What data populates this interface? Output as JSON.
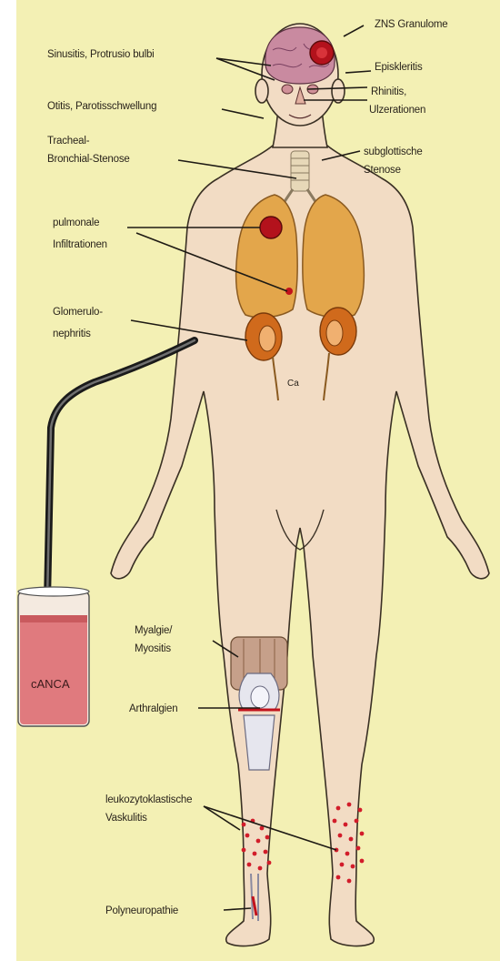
{
  "diagram": {
    "background_color": "#f3f0b4",
    "skin_color": "#f2dcc4",
    "organ_color": "#e3a64b",
    "lesion_color": "#b3121c",
    "labels": {
      "zns_granulome": "ZNS Granulome",
      "sinusitis": "Sinusitis, Protrusio bulbi",
      "episkleritis": "Episkleritis",
      "rhinitis_1": "Rhinitis,",
      "rhinitis_2": "Ulzerationen",
      "otitis": "Otitis, Parotisschwellung",
      "tracheal_1": "Tracheal-",
      "tracheal_2": "Bronchial-Stenose",
      "subglottisch_1": "subglottische",
      "subglottisch_2": "Stenose",
      "pulmonale_1": "pulmonale",
      "pulmonale_2": "Infiltrationen",
      "glomerulo_1": "Glomerulo-",
      "glomerulo_2": "nephritis",
      "ca": "Ca",
      "myalgie_1": "Myalgie/",
      "myalgie_2": "Myositis",
      "arthralgien": "Arthralgien",
      "leuko_1": "leukozytoklastische",
      "leuko_2": "Vaskulitis",
      "polyneuropathie": "Polyneuropathie",
      "canca": "cANCA"
    }
  }
}
